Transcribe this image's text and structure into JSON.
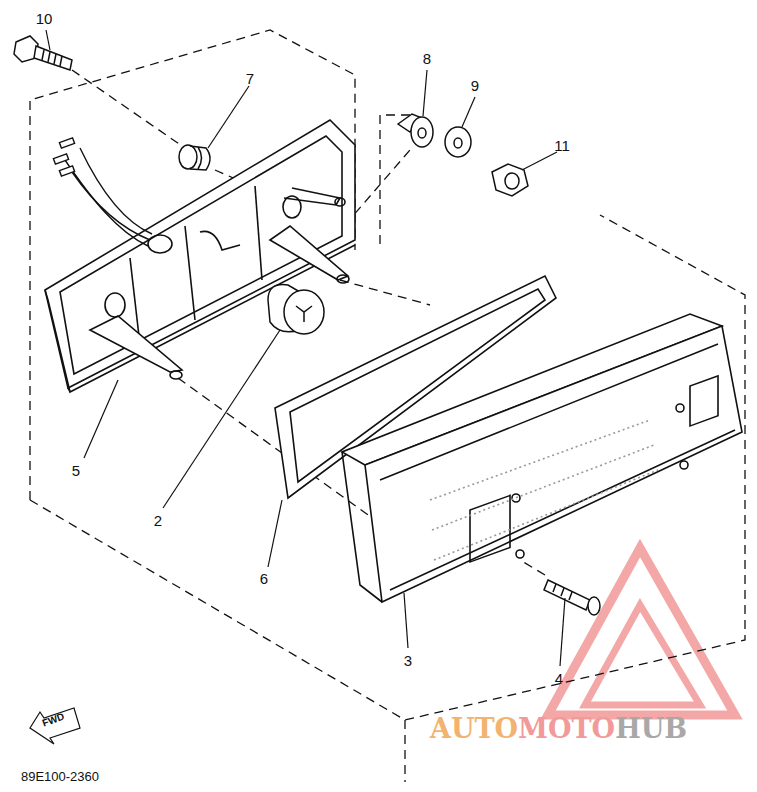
{
  "diagram": {
    "labels": [
      "10",
      "7",
      "8",
      "9",
      "11",
      "5",
      "2",
      "6",
      "3",
      "4",
      "FWD",
      "89E100-2360",
      "AUTO",
      "MOTO",
      "HUB"
    ]
  }
}
